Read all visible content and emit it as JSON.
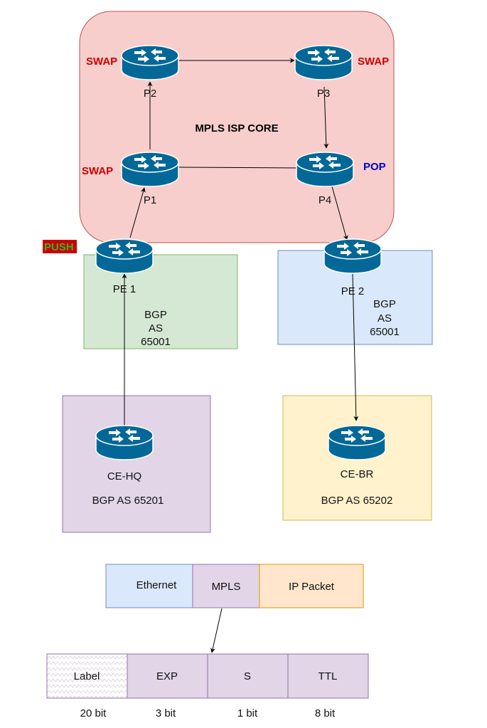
{
  "core": {
    "title": "MPLS ISP CORE"
  },
  "routers": {
    "p2": {
      "label": "P2",
      "op": "SWAP"
    },
    "p3": {
      "label": "P3",
      "op": "SWAP"
    },
    "p1": {
      "label": "P1",
      "op": "SWAP"
    },
    "p4": {
      "label": "P4",
      "op": "POP"
    },
    "pe1": {
      "label": "PE 1",
      "op": "PUSH"
    },
    "pe2": {
      "label": "PE 2"
    },
    "ce_hq": {
      "label": "CE-HQ"
    },
    "ce_br": {
      "label": "CE-BR"
    }
  },
  "sites": {
    "pe1": {
      "line1": "BGP",
      "line2": "AS",
      "line3": "65001"
    },
    "pe2": {
      "line1": "BGP",
      "line2": "AS",
      "line3": "65001"
    },
    "ce_hq": {
      "as": "BGP AS 65201"
    },
    "ce_br": {
      "as": "BGP AS 65202"
    }
  },
  "frame": {
    "ethernet": "Ethernet",
    "mpls": "MPLS",
    "ip": "IP Packet"
  },
  "header": {
    "fields": [
      "Label",
      "EXP",
      "S",
      "TTL"
    ],
    "sizes": [
      "20 bit",
      "3 bit",
      "1 bit",
      "8 bit"
    ]
  },
  "colors": {
    "core_fill": "#f8cecc",
    "core_stroke": "#b85450",
    "green_fill": "#d5e8d4",
    "green_stroke": "#82b366",
    "blue_fill": "#dae8fc",
    "blue_stroke": "#6c8ebf",
    "purple_fill": "#e1d5e7",
    "purple_stroke": "#9673a6",
    "yellow_fill": "#fff2cc",
    "yellow_stroke": "#d6b656",
    "orange_fill": "#ffe6cc",
    "orange_stroke": "#d79b00",
    "router": "#036897",
    "swap_red": "#cc0000",
    "pop_blue": "#0000cc",
    "push_bg": "#cc0000",
    "push_text": "#2eb82e"
  },
  "icons": {
    "router": "router-icon",
    "arrow": "arrow-icon"
  }
}
